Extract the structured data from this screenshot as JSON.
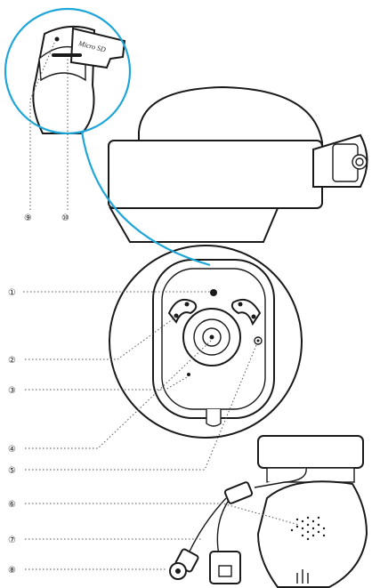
{
  "zoom_label": "Micro SD",
  "callouts": [
    {
      "n": "①"
    },
    {
      "n": "②"
    },
    {
      "n": "③"
    },
    {
      "n": "④"
    },
    {
      "n": "⑤"
    },
    {
      "n": "⑥"
    },
    {
      "n": "⑦"
    },
    {
      "n": "⑧"
    },
    {
      "n": "⑨"
    },
    {
      "n": "⑩"
    }
  ],
  "colors": {
    "zoom_ring": "#1ea6d8",
    "line": "#1a1a1a",
    "leader": "#555555"
  }
}
